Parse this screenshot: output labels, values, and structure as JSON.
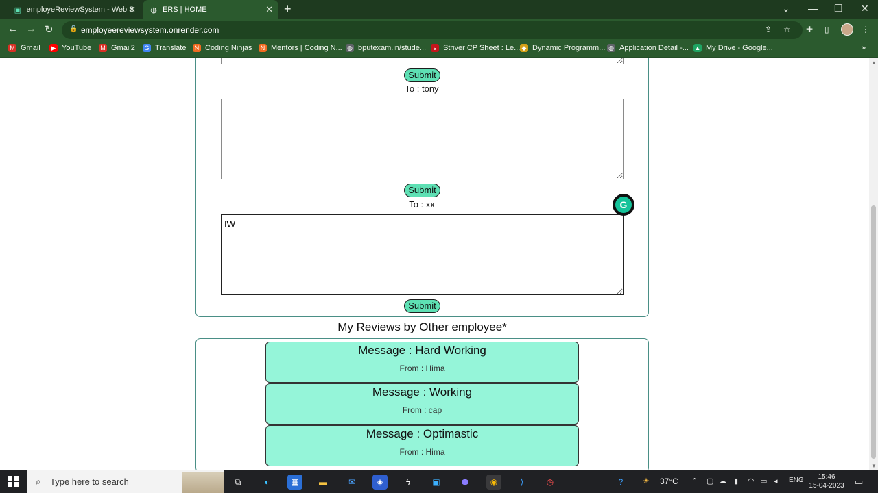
{
  "browser": {
    "tabs": [
      {
        "title": "employeReviewSystem - Web Se",
        "active": false
      },
      {
        "title": "ERS | HOME",
        "active": true
      }
    ],
    "url": "employeereviewsystem.onrender.com",
    "bookmarks": [
      {
        "label": "Gmail",
        "icon": "gmail-icon",
        "color": "#d93025"
      },
      {
        "label": "YouTube",
        "icon": "youtube-icon",
        "color": "#ff0000"
      },
      {
        "label": "Gmail2",
        "icon": "gmail-icon",
        "color": "#d93025"
      },
      {
        "label": "Translate",
        "icon": "translate-icon",
        "color": "#4285f4"
      },
      {
        "label": "Coding Ninjas",
        "icon": "ninja-icon",
        "color": "#f26b21"
      },
      {
        "label": "Mentors | Coding N...",
        "icon": "ninja-icon",
        "color": "#f26b21"
      },
      {
        "label": "bputexam.in/stude...",
        "icon": "globe-icon",
        "color": "#5f6368"
      },
      {
        "label": "Striver CP Sheet : Le...",
        "icon": "striver-icon",
        "color": "#c4161c"
      },
      {
        "label": "Dynamic Programm...",
        "icon": "dp-icon",
        "color": "#d4a017"
      },
      {
        "label": "Application Detail -...",
        "icon": "globe-icon",
        "color": "#5f6368"
      },
      {
        "label": "My Drive - Google...",
        "icon": "drive-icon",
        "color": "#1fa463"
      }
    ]
  },
  "form": {
    "submit_label": "Submit",
    "recipients": [
      {
        "label": "To : tony",
        "value": ""
      },
      {
        "label": "To : xx",
        "value": "IW"
      }
    ]
  },
  "reviews": {
    "heading": "My Reviews by Other employee*",
    "items": [
      {
        "message": "Message : Hard Working",
        "from": "From : Hima"
      },
      {
        "message": "Message : Working",
        "from": "From : cap"
      },
      {
        "message": "Message : Optimastic",
        "from": "From : Hima"
      }
    ]
  },
  "taskbar": {
    "search_placeholder": "Type here to search",
    "temperature": "37°C",
    "language": "ENG",
    "time": "15:46",
    "date": "15-04-2023"
  },
  "colors": {
    "accent": "#5ee0b4",
    "review_bg": "#95f5d9",
    "card_border": "#4a8f86",
    "chrome": "#2b5a2e"
  }
}
